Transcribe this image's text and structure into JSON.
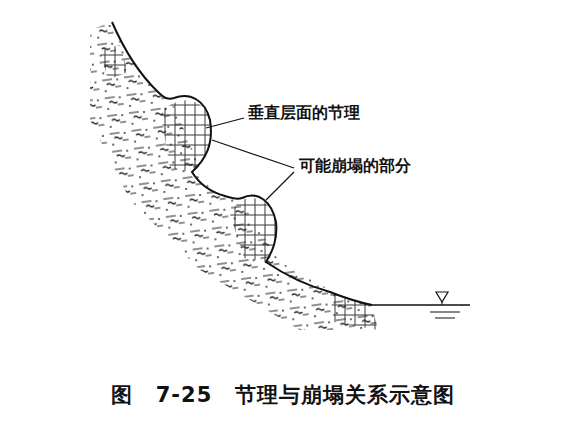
{
  "diagram": {
    "caption": "图 7-25 节理与崩塌关系示意图",
    "labels": [
      "垂直层面的节理",
      "可能崩塌的部分"
    ]
  }
}
